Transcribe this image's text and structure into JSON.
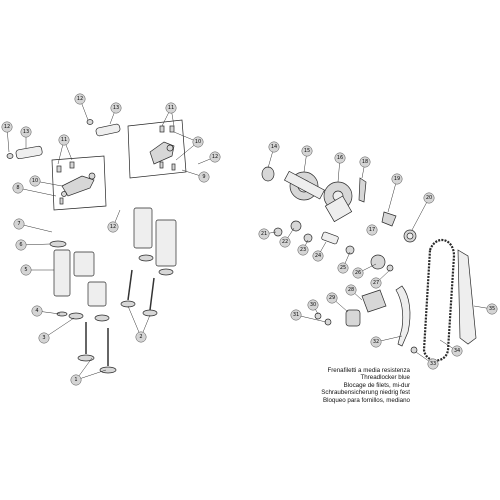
{
  "diagram": {
    "title": "",
    "callouts": [
      "1",
      "2",
      "3",
      "4",
      "5",
      "6",
      "7",
      "8",
      "9",
      "10",
      "11",
      "12",
      "13",
      "14",
      "15",
      "16",
      "17",
      "18",
      "19",
      "20",
      "21",
      "22",
      "23",
      "24",
      "25",
      "26",
      "27",
      "28",
      "29",
      "30",
      "31",
      "32",
      "33",
      "34",
      "35"
    ]
  },
  "legend": {
    "lines": [
      "Frenafiletti a media resistenza",
      "Threadlocker blue",
      "Blocage de filets, mi-dur",
      "Schraubensicherung niedrig fest",
      "Bloqueo para fornillos, mediano"
    ]
  },
  "colors": {
    "callout_fill": "#d4d4d4",
    "part_fill": "#d7d7d7",
    "line": "#2a2a2a"
  }
}
